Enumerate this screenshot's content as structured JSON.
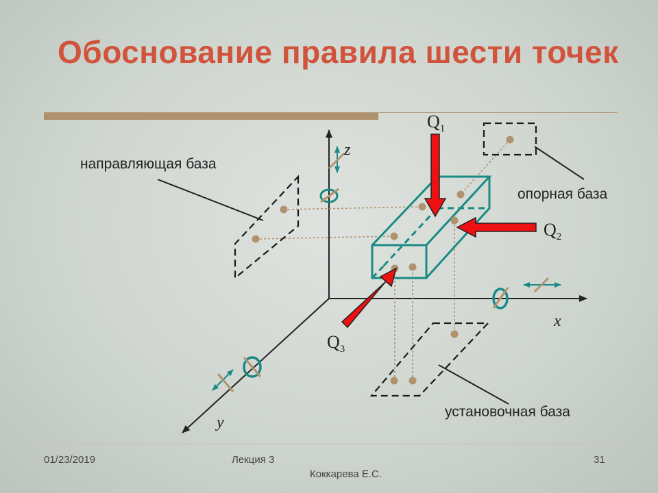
{
  "slide": {
    "title": "Обоснование правила шести точек",
    "footer": {
      "date": "01/23/2019",
      "lecture": "Лекция 3",
      "author": "Коккарева Е.С.",
      "page": "31"
    }
  },
  "diagram": {
    "labels": {
      "guide_base": "направляющая база",
      "support_base": "опорная база",
      "mounting_base": "установочная база"
    },
    "axes": {
      "x": "x",
      "y": "y",
      "z": "z"
    },
    "forces": [
      {
        "letter": "Q",
        "sub": "1"
      },
      {
        "letter": "Q",
        "sub": "2"
      },
      {
        "letter": "Q",
        "sub": "3"
      }
    ],
    "colors": {
      "title": "#d2533b",
      "part": "#1a8a84",
      "force_arrow": "#ee1111",
      "points": "#b0926f",
      "base_planes": "#1a1a1a"
    }
  }
}
